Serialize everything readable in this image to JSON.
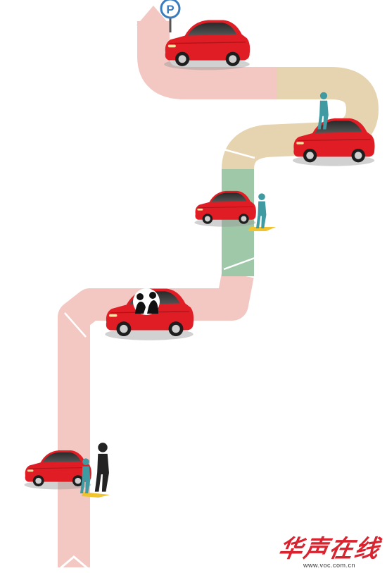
{
  "sign": {
    "label": "P"
  },
  "watermark": {
    "logo": "华声在线",
    "url": "www.voc.com.cn"
  },
  "colors": {
    "road_pink": "#f3c7c2",
    "road_sand": "#e6d3b0",
    "road_green": "#9ec8a8",
    "car_red": "#e01d24",
    "person_teal": "#3f9aa2",
    "person_dark": "#232323",
    "shadow_yellow": "#f0c330",
    "sign_blue": "#3a7cc0"
  },
  "icons": [
    "parking-sign-icon",
    "car-icon",
    "person-icon",
    "couple-silhouette-icon",
    "arrow-up-icon"
  ]
}
